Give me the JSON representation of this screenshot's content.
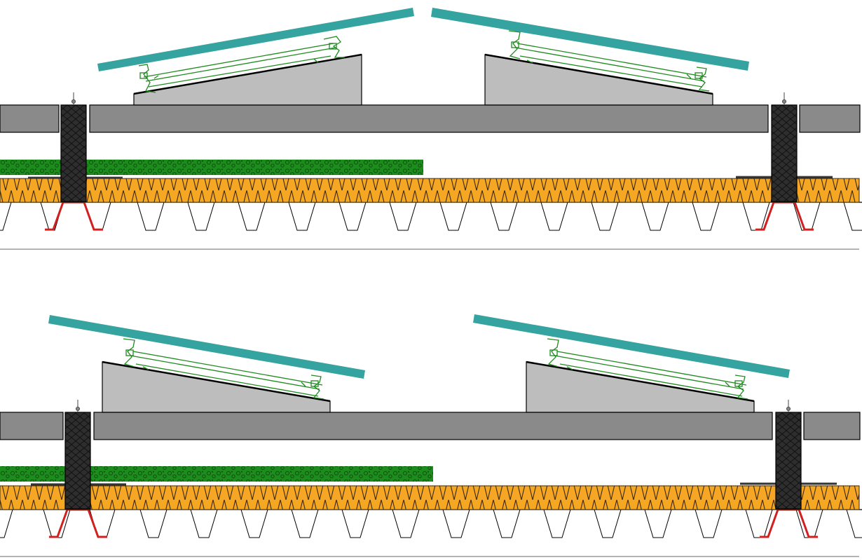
{
  "drawing": {
    "type": "technical-section",
    "sections": [
      {
        "id": "east-west-section",
        "panel_layout": "east-west",
        "panel_count": 2
      },
      {
        "id": "south-facing-section",
        "panel_layout": "south-facing",
        "panel_count": 2
      }
    ],
    "colors": {
      "solar_panel": "#35A39F",
      "mounting_frame": "#1E8A1E",
      "ballast_block": "#BDBDBD",
      "rail_beam": "#8A8A8A",
      "insulation": "#F5A623",
      "insulation_zigzag": "#3A2A10",
      "green_layer": "#1C8C1C",
      "standoff_post": "#2E2E2E",
      "deck_bracket": "#D12020",
      "deck_line": "#000000"
    },
    "layers": [
      "solar-panel",
      "mounting-frame",
      "ballast-block",
      "rail-beam",
      "standoff-post",
      "green-layer",
      "insulation",
      "trapezoidal-deck",
      "deck-bracket"
    ]
  }
}
